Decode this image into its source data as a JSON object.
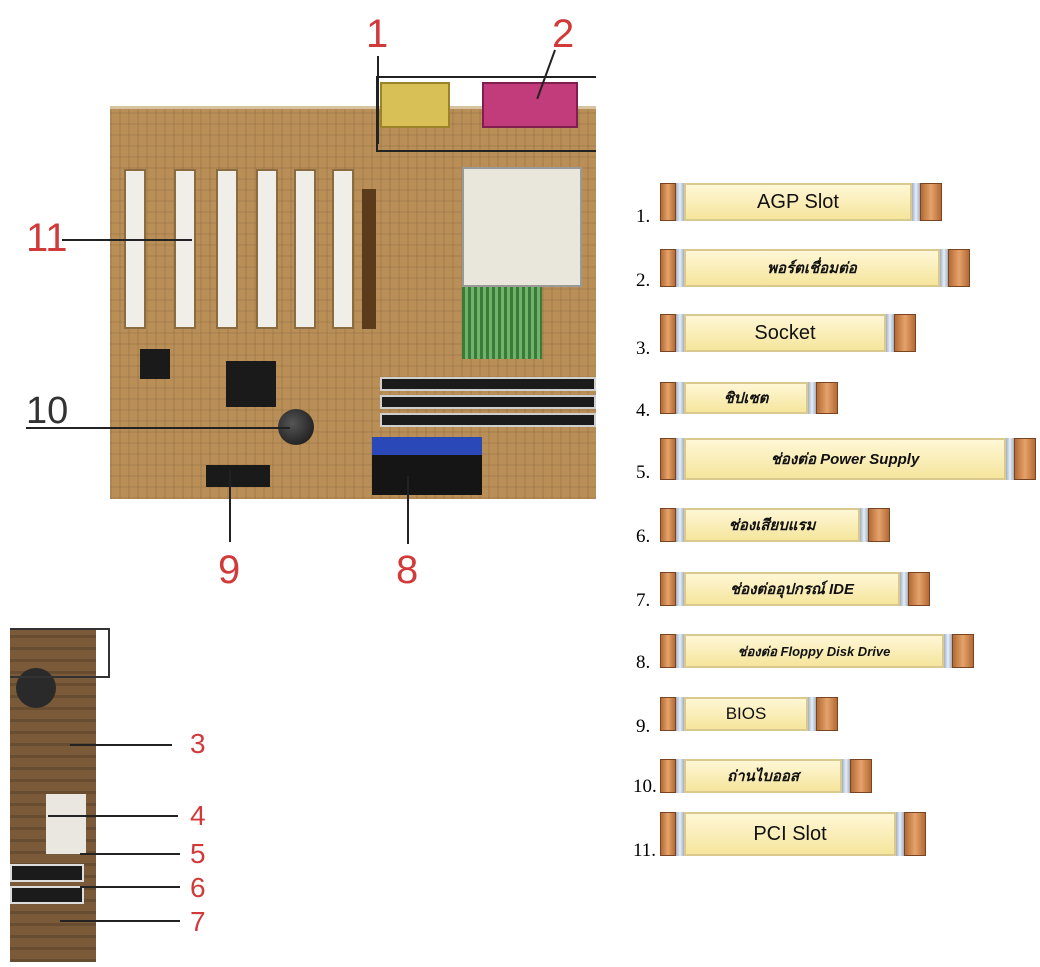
{
  "main_labels": [
    "1",
    "2",
    "11",
    "10",
    "9",
    "8"
  ],
  "inset_labels": [
    "3",
    "4",
    "5",
    "6",
    "7"
  ],
  "legend": [
    {
      "num": "1.",
      "label": "AGP Slot"
    },
    {
      "num": "2.",
      "label": "พอร์ตเชื่อมต่อ"
    },
    {
      "num": "3.",
      "label": "Socket"
    },
    {
      "num": "4.",
      "label": "ชิปเซต"
    },
    {
      "num": "5.",
      "label": "ช่องต่อ Power Supply"
    },
    {
      "num": "6.",
      "label": "ช่องเสียบแรม"
    },
    {
      "num": "7.",
      "label": "ช่องต่ออุปกรณ์ IDE"
    },
    {
      "num": "8.",
      "label": "ช่องต่อ Floppy Disk Drive"
    },
    {
      "num": "9.",
      "label": "BIOS"
    },
    {
      "num": "10.",
      "label": "ถ่านไบออส"
    },
    {
      "num": "11.",
      "label": "PCI Slot"
    }
  ]
}
